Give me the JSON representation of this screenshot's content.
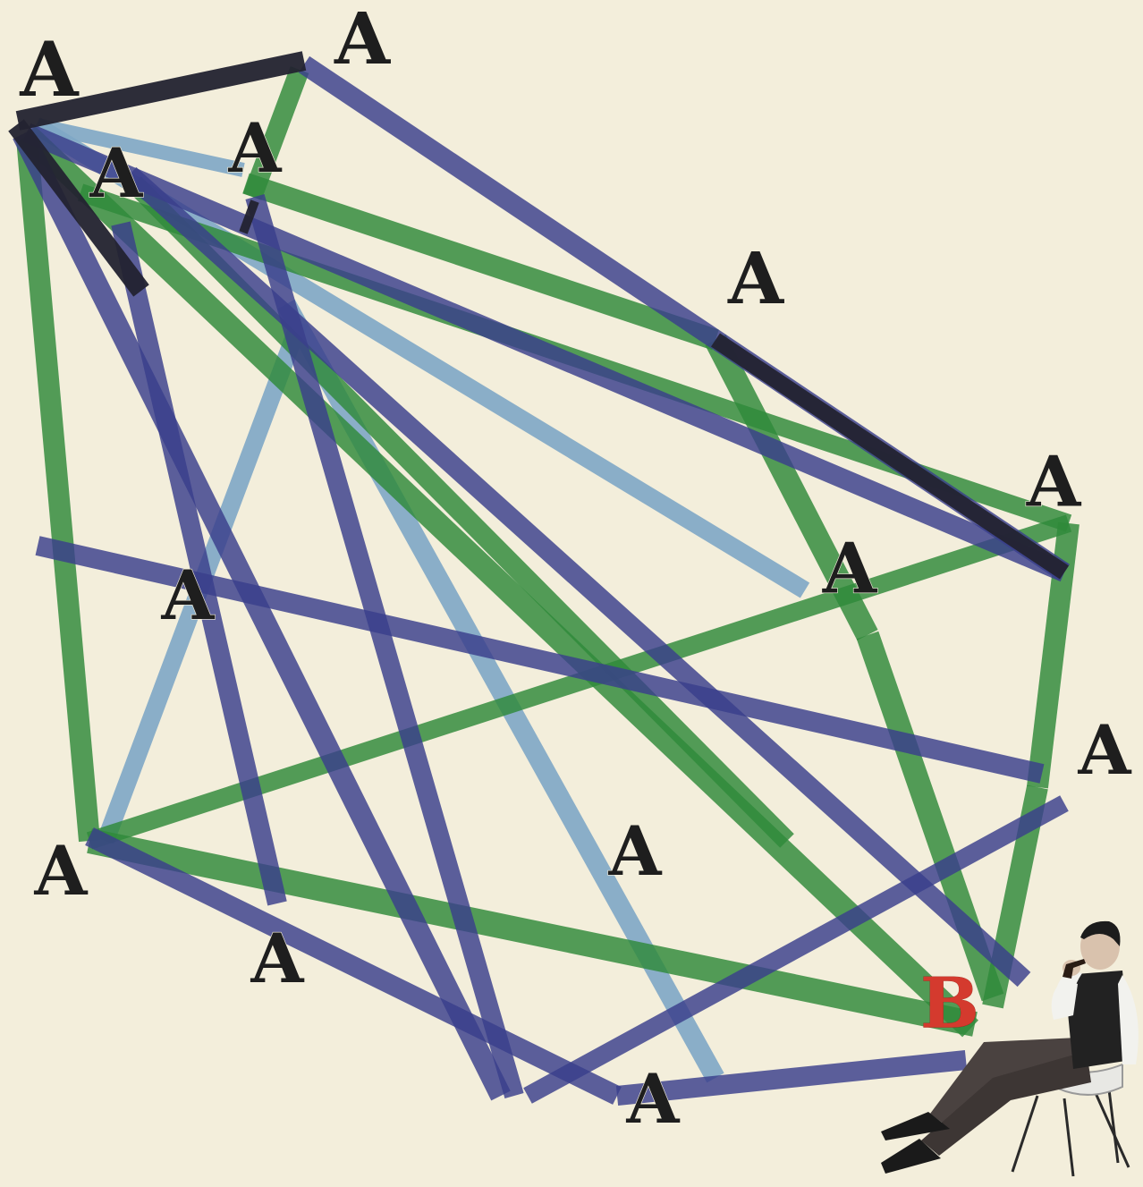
{
  "nodes": [
    {
      "id": "a1",
      "label": "A"
    },
    {
      "id": "a2",
      "label": "A"
    },
    {
      "id": "a3",
      "label": "A"
    },
    {
      "id": "a4",
      "label": "A"
    },
    {
      "id": "a5",
      "label": "A"
    },
    {
      "id": "a6",
      "label": "A"
    },
    {
      "id": "a7",
      "label": "A"
    },
    {
      "id": "a8",
      "label": "A"
    },
    {
      "id": "a9",
      "label": "A"
    },
    {
      "id": "a10",
      "label": "A"
    },
    {
      "id": "a11",
      "label": "A"
    },
    {
      "id": "a12",
      "label": "A"
    },
    {
      "id": "a13",
      "label": "A"
    },
    {
      "id": "b",
      "label": "B"
    }
  ],
  "colors": {
    "background": "#f3eedb",
    "green": "#2f8a3a",
    "navy": "#3a3f8c",
    "lightblue": "#7fa8c6",
    "black": "#232331",
    "label_a": "#1e1e1e",
    "label_b": "#d43a2e"
  },
  "illustration": {
    "figure": "man-in-chair-with-pipe-icon"
  }
}
